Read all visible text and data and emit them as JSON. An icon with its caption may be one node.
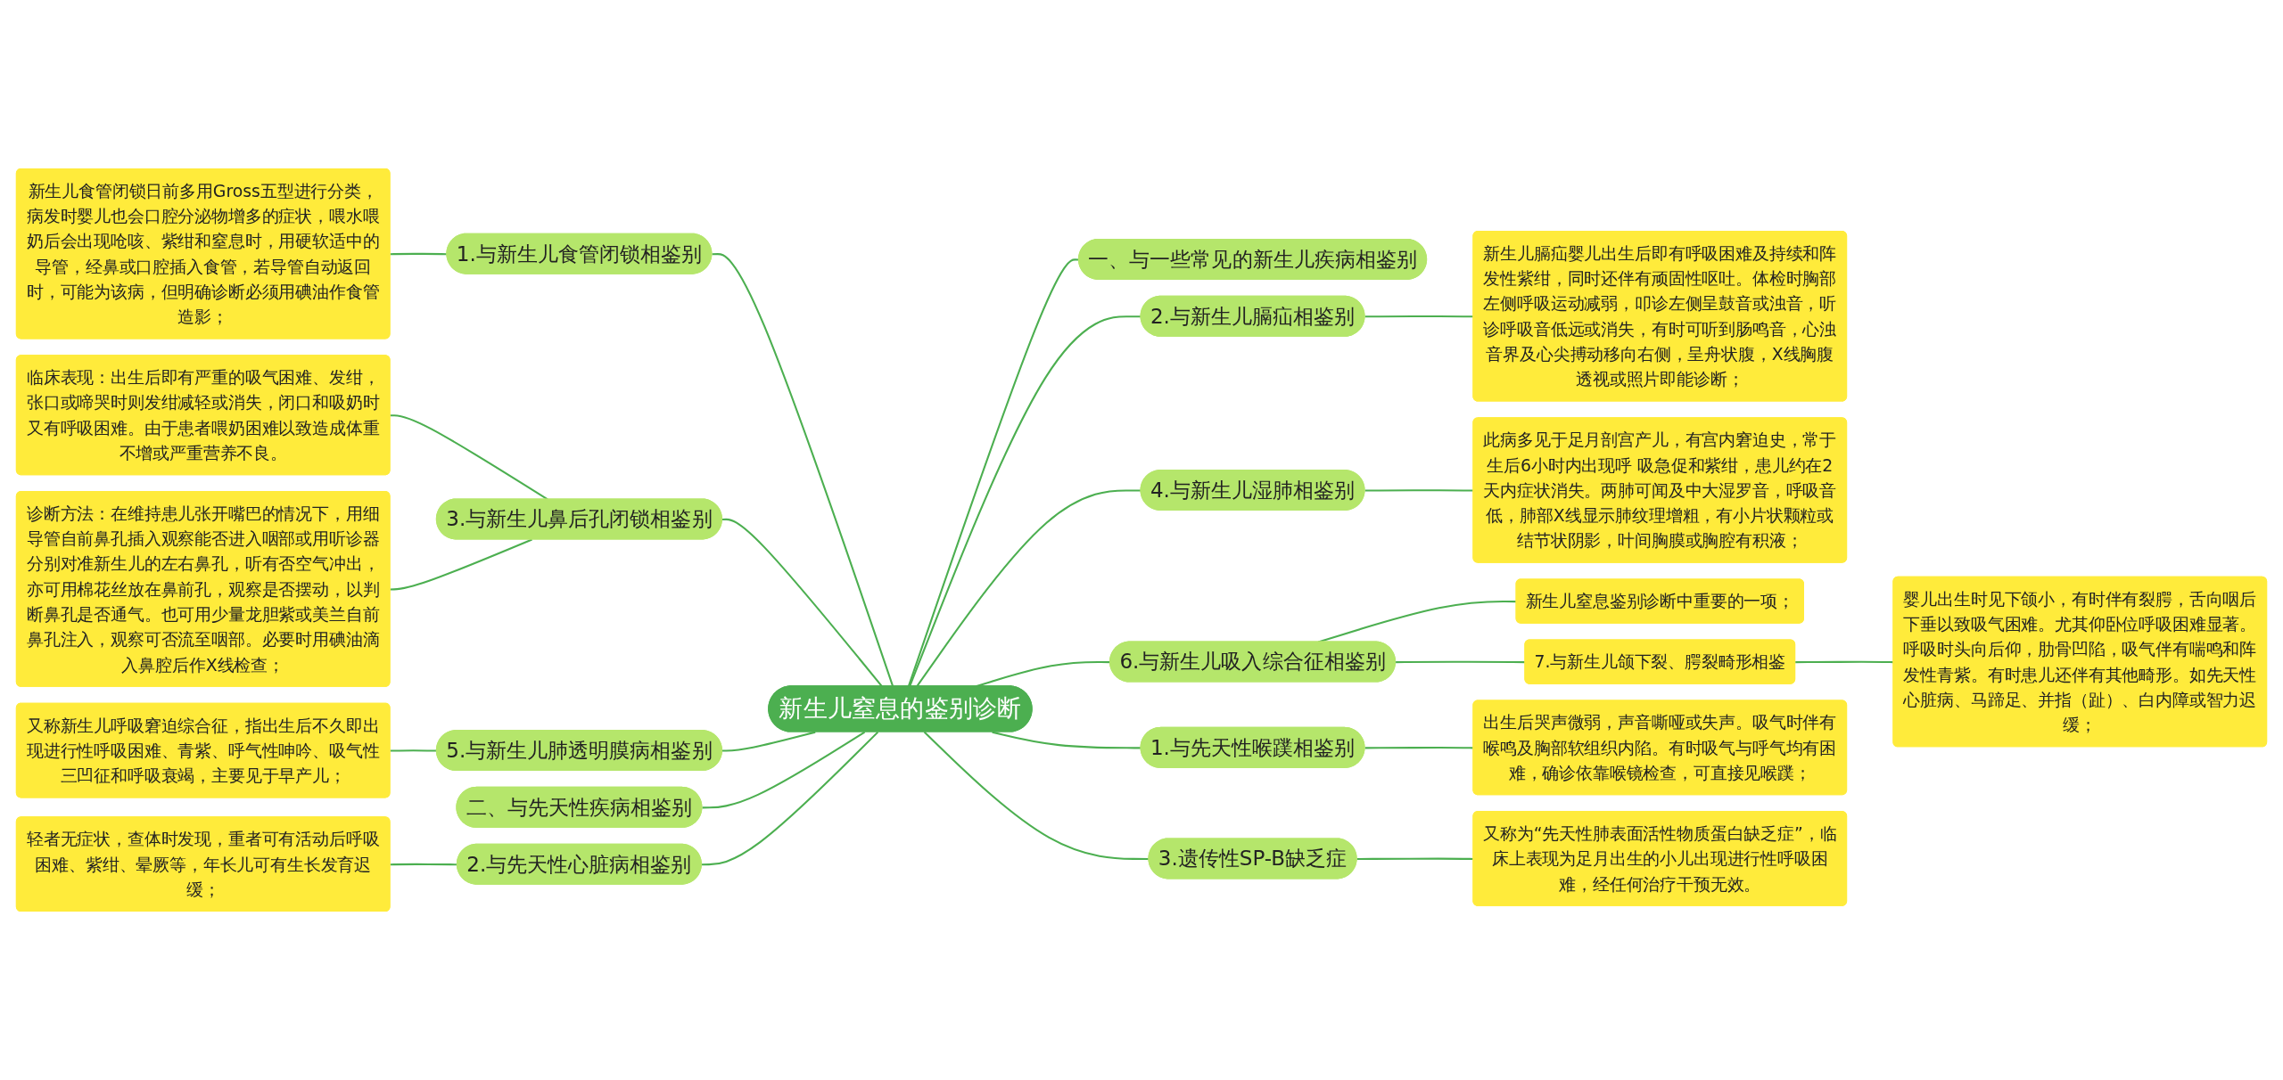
{
  "diagram": {
    "nodes": [
      {
        "text": [
          "新生儿窒息的鉴别诊断"
        ]
      },
      {
        "text": [
          "一、与一些常见的新生儿疾病相鉴别"
        ]
      },
      {
        "text": [
          "2.与新生儿膈疝相鉴别"
        ]
      },
      {
        "text": [
          "新生儿膈疝婴儿出生后即有呼吸困难及持续和阵发性紫绀，同时还伴有顽固性呕吐。体检时胸部左侧呼吸运动减弱，叩诊左侧呈鼓音或浊音，听诊呼吸音低远或消失，有时可听到肠鸣音，心浊音界及心尖搏动移向右侧，呈舟状腹，X线胸腹透视或照片即能诊断；"
        ]
      },
      {
        "text": [
          "4.与新生儿湿肺相鉴别"
        ]
      },
      {
        "text": [
          "此病多见于足月剖宫产儿，有宫内窘迫史，常于生后6小时内出现呼 吸急促和紫绀，患儿约在2天内症状消失。两肺可闻及中大湿罗音，呼吸音低，肺部X线显示肺纹理增粗，有小片状颗粒或结节状阴影，叶间胸膜或胸腔有积液；"
        ]
      },
      {
        "text": [
          "6.与新生儿吸入综合征相鉴别"
        ]
      },
      {
        "text": [
          "新生儿窒息鉴别诊断中重要的一项；"
        ]
      },
      {
        "text": [
          "7.与新生儿颌下裂、腭裂畸形相鉴"
        ]
      },
      {
        "text": [
          "婴儿出生时见下颌小，有时伴有裂腭，舌向咽后下垂以致吸气困难。尤其仰卧位呼吸困难显著。呼吸时头向后仰，肋骨凹陷，吸气伴有喘鸣和阵发性青紫。有时患儿还伴有其他畸形。如先天性心脏病、马蹄足、并指（趾）、白内障或智力迟缓；"
        ]
      },
      {
        "text": [
          "1.与先天性喉蹼相鉴别"
        ]
      },
      {
        "text": [
          "出生后哭声微弱，声音嘶哑或失声。吸气时伴有喉鸣及胸部软组织内陷。有时吸气与呼气均有困难，确诊依靠喉镜检查，可直接见喉蹼；"
        ]
      },
      {
        "text": [
          "3.遗传性SP-B缺乏症"
        ]
      },
      {
        "text": [
          "又称为“先天性肺表面活性物质蛋白缺乏症”，临床上表现为足月出生的小儿出现进行性呼吸困难，经任何治疗干预无效。"
        ]
      },
      {
        "text": [
          "1.与新生儿食管闭锁相鉴别"
        ]
      },
      {
        "text": [
          "新生儿食管闭锁日前多用Gross五型进行分类，病发时婴儿也会口腔分泌物增多的症状，喂水喂奶后会出现呛咳、紫绀和窒息时，用硬软适中的导管，经鼻或口腔插入食管，若导管自动返回时，可能为该病，但明确诊断必须用碘油作食管造影；"
        ]
      },
      {
        "text": [
          "3.与新生儿鼻后孔闭锁相鉴别"
        ]
      },
      {
        "text": [
          "临床表现：出生后即有严重的吸气困难、发绀，张口或啼哭时则发绀减轻或消失，闭口和吸奶时又有呼吸困难。由于患者喂奶困难以致造成体重不增或严重营养不良。"
        ]
      },
      {
        "text": [
          "诊断方法：在维持患儿张开嘴巴的情况下，用细导管自前鼻孔插入观察能否进入咽部或用听诊器分别对准新生儿的左右鼻孔，听有否空气冲出，亦可用棉花丝放在鼻前孔，观察是否摆动，以判断鼻孔是否通气。也可用少量龙胆紫或美兰自前鼻孔注入，观察可否流至咽部。必要时用碘油滴入鼻腔后作X线检查；"
        ]
      },
      {
        "text": [
          "5.与新生儿肺透明膜病相鉴别"
        ]
      },
      {
        "text": [
          "又称新生儿呼吸窘迫综合征，指出生后不久即出现进行性呼吸困难、青紫、呼气性呻吟、吸气性三凹征和呼吸衰竭，主要见于早产儿；"
        ]
      },
      {
        "text": [
          "二、与先天性疾病相鉴别"
        ]
      },
      {
        "text": [
          "2.与先天性心脏病相鉴别"
        ]
      },
      {
        "text": [
          "轻者无症状，查体时发现，重者可有活动后呼吸困难、紫绀、晕厥等，年长儿可有生长发育迟缓；"
        ]
      }
    ],
    "edges": [
      {
        "from": 0,
        "to": 1,
        "arrow": "none"
      },
      {
        "from": 0,
        "to": 2,
        "arrow": "none"
      },
      {
        "from": 2,
        "to": 3,
        "arrow": "none"
      },
      {
        "from": 0,
        "to": 4,
        "arrow": "none"
      },
      {
        "from": 4,
        "to": 5,
        "arrow": "none"
      },
      {
        "from": 0,
        "to": 6,
        "arrow": "none"
      },
      {
        "from": 6,
        "to": 7,
        "arrow": "none"
      },
      {
        "from": 6,
        "to": 8,
        "arrow": "none"
      },
      {
        "from": 8,
        "to": 9,
        "arrow": "none"
      },
      {
        "from": 0,
        "to": 10,
        "arrow": "none"
      },
      {
        "from": 10,
        "to": 11,
        "arrow": "none"
      },
      {
        "from": 0,
        "to": 12,
        "arrow": "none"
      },
      {
        "from": 12,
        "to": 13,
        "arrow": "none"
      },
      {
        "from": 0,
        "to": 14,
        "arrow": "none"
      },
      {
        "from": 14,
        "to": 15,
        "arrow": "none"
      },
      {
        "from": 0,
        "to": 16,
        "arrow": "none"
      },
      {
        "from": 16,
        "to": 17,
        "arrow": "none"
      },
      {
        "from": 16,
        "to": 18,
        "arrow": "none"
      },
      {
        "from": 0,
        "to": 19,
        "arrow": "none"
      },
      {
        "from": 19,
        "to": 20,
        "arrow": "none"
      },
      {
        "from": 0,
        "to": 21,
        "arrow": "none"
      },
      {
        "from": 0,
        "to": 22,
        "arrow": "none"
      },
      {
        "from": 22,
        "to": 23,
        "arrow": "none"
      }
    ]
  }
}
